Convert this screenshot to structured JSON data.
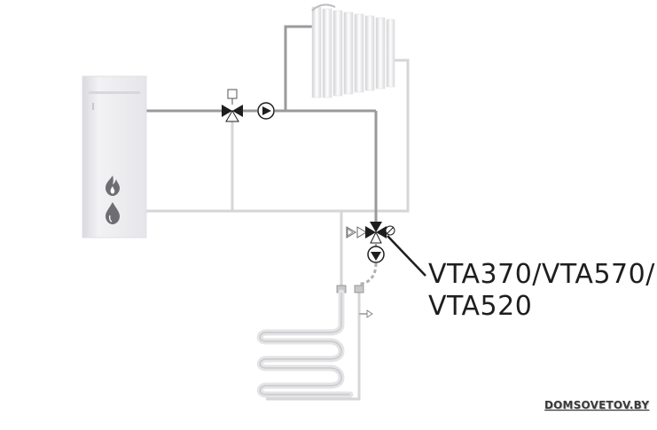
{
  "valve_label": {
    "line1": "VTA370/VTA570/",
    "line2": "VTA520"
  },
  "watermark": "DOMSOVETOV.BY",
  "colors": {
    "supply_pipe": "#9a9a9a",
    "return_pipe": "#d4d4d4",
    "boiler": "#eeeef0",
    "valve_body": "#1e1e1e",
    "label_text": "#1e1e1e"
  },
  "icons": [
    "flame-icon",
    "oil-drop-icon",
    "pump-icon",
    "three-way-valve-icon",
    "actuator-icon",
    "check-valve-icon"
  ]
}
